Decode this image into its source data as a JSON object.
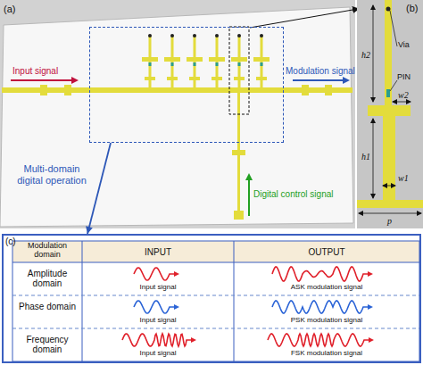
{
  "diagram": {
    "nodes": [
      {
        "text": [
          "Multi-domain digital operation"
        ]
      },
      {
        "text": [
          "(c)"
        ]
      }
    ],
    "edges": [
      {
        "from": 0,
        "to": 1,
        "arrow": "to"
      }
    ],
    "labels": [
      "(a)",
      "Input signal",
      "Modulation signal",
      "Digital control signal",
      "(b)",
      "h2",
      "Via",
      "PIN",
      "w2",
      "h1",
      "w1",
      "p",
      "Modulation domain",
      "INPUT",
      "OUTPUT",
      "Amplitude domain",
      "Input signal",
      "ASK modulation signal",
      "Phase domain",
      "Input signal",
      "PSK modulation signal",
      "Frequency domain",
      "Input signal",
      "FSK modulation signal"
    ]
  }
}
